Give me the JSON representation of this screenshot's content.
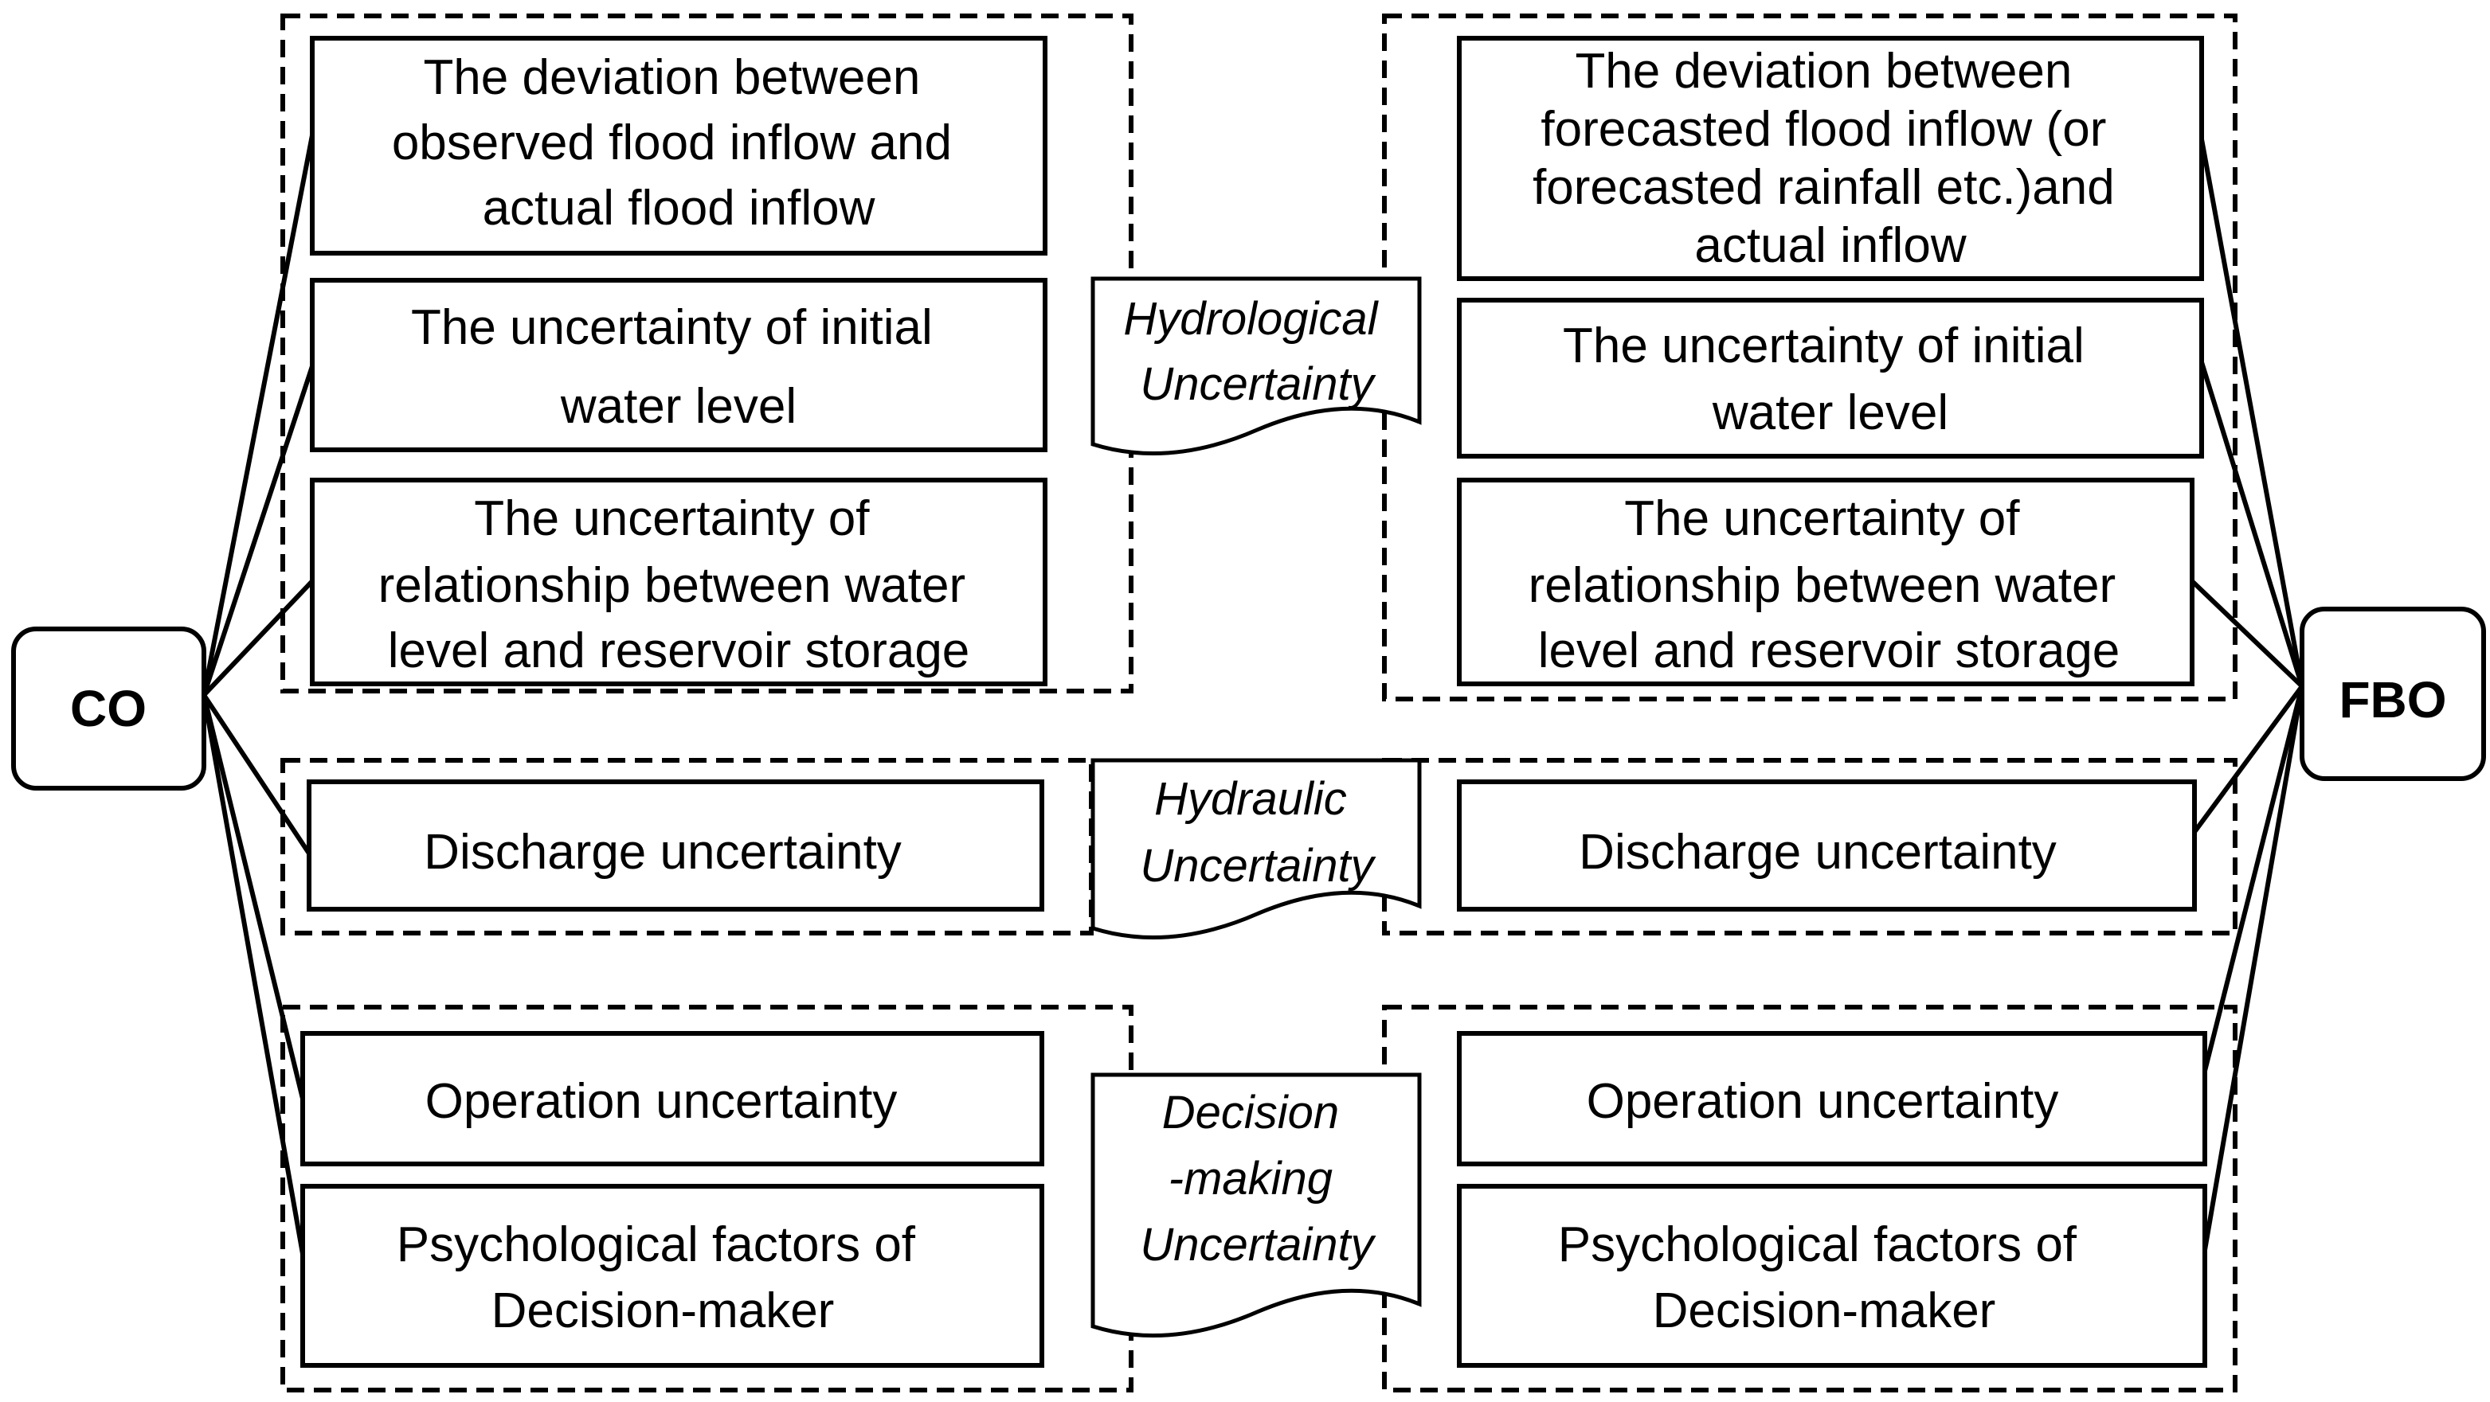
{
  "endpoints": {
    "left": "CO",
    "right": "FBO"
  },
  "categories": {
    "hydrological": [
      "Hydrological",
      "Uncertainty"
    ],
    "hydraulic": [
      "Hydraulic",
      "Uncertainty"
    ],
    "decision": [
      "Decision",
      "-making",
      "Uncertainty"
    ]
  },
  "left_boxes": {
    "deviation": [
      "The deviation between",
      "observed flood inflow and",
      "actual flood inflow"
    ],
    "initial_level": [
      "The uncertainty of initial",
      "water level"
    ],
    "relationship": [
      "The uncertainty of",
      "relationship between water",
      "level and reservoir storage"
    ],
    "discharge": [
      "Discharge uncertainty"
    ],
    "operation": [
      "Operation uncertainty"
    ],
    "psychological": [
      "Psychological factors of",
      "Decision-maker"
    ]
  },
  "right_boxes": {
    "deviation": [
      "The deviation between",
      "forecasted flood inflow (or",
      "forecasted rainfall etc.)and",
      "actual inflow"
    ],
    "initial_level": [
      "The uncertainty of initial",
      "water level"
    ],
    "relationship": [
      "The uncertainty of",
      "relationship between water",
      "level and reservoir storage"
    ],
    "discharge": [
      "Discharge uncertainty"
    ],
    "operation": [
      "Operation uncertainty"
    ],
    "psychological": [
      "Psychological factors of",
      "Decision-maker"
    ]
  }
}
